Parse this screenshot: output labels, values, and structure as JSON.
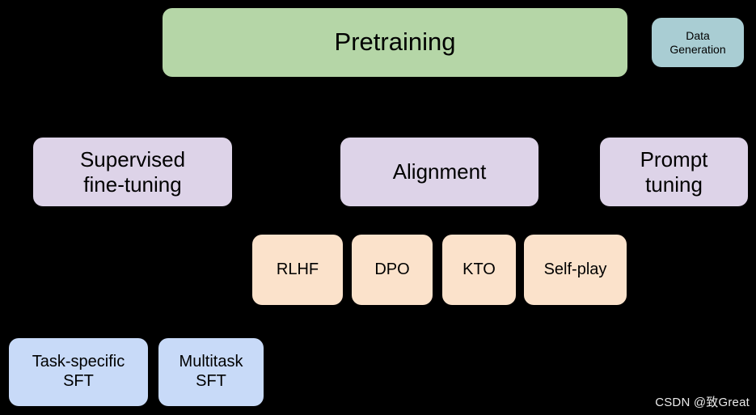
{
  "diagram": {
    "background_color": "#000000",
    "title_node": {
      "label": "Pretraining",
      "color": "#b5d6a7"
    },
    "nodes": [
      {
        "id": "pretraining",
        "label": "Pretraining",
        "color": "#b5d6a7",
        "row": 1
      },
      {
        "id": "data-generation",
        "label": "Data\nGeneration",
        "color": "#a9cdd3",
        "row": 1
      },
      {
        "id": "sft",
        "label": "Supervised\nfine-tuning",
        "color": "#ddd3e8",
        "row": 2
      },
      {
        "id": "alignment",
        "label": "Alignment",
        "color": "#ddd3e8",
        "row": 2
      },
      {
        "id": "prompt-tuning",
        "label": "Prompt\ntuning",
        "color": "#ddd3e8",
        "row": 2
      },
      {
        "id": "rlhf",
        "label": "RLHF",
        "color": "#fbe2cb",
        "row": 3
      },
      {
        "id": "dpo",
        "label": "DPO",
        "color": "#fbe2cb",
        "row": 3
      },
      {
        "id": "kto",
        "label": "KTO",
        "color": "#fbe2cb",
        "row": 3
      },
      {
        "id": "self-play",
        "label": "Self-play",
        "color": "#fbe2cb",
        "row": 3
      },
      {
        "id": "task-specific-sft",
        "label": "Task-specific\nSFT",
        "color": "#c8daf8",
        "row": 4
      },
      {
        "id": "multitask-sft",
        "label": "Multitask\nSFT",
        "color": "#c8daf8",
        "row": 4
      }
    ]
  },
  "watermark": {
    "text": "CSDN @致Great",
    "color": "#ffffff"
  }
}
